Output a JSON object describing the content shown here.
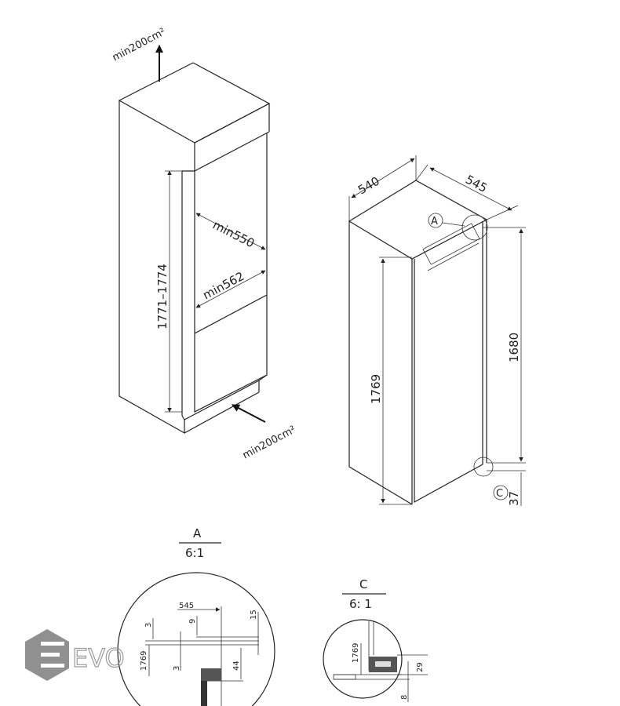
{
  "installation_view": {
    "vent_top": "min200cm²",
    "vent_bottom": "min200cm²",
    "niche_height": "1771–1774",
    "niche_depth": "min550",
    "niche_width": "min562"
  },
  "appliance_view": {
    "width": "540",
    "depth": "545",
    "height_front": "1769",
    "height_side": "1680",
    "bottom_offset": "37",
    "detail_a_marker": "A",
    "detail_c_marker": "C"
  },
  "detail_a": {
    "title": "A",
    "scale": "6:1",
    "dims": [
      "545",
      "3",
      "9",
      "15",
      "1769",
      "3",
      "44"
    ]
  },
  "detail_c": {
    "title": "C",
    "scale": "6: 1",
    "dims": [
      "1769",
      "29",
      "8"
    ]
  },
  "watermark": {
    "text": "EVO",
    "color": "#8a8a8a"
  }
}
